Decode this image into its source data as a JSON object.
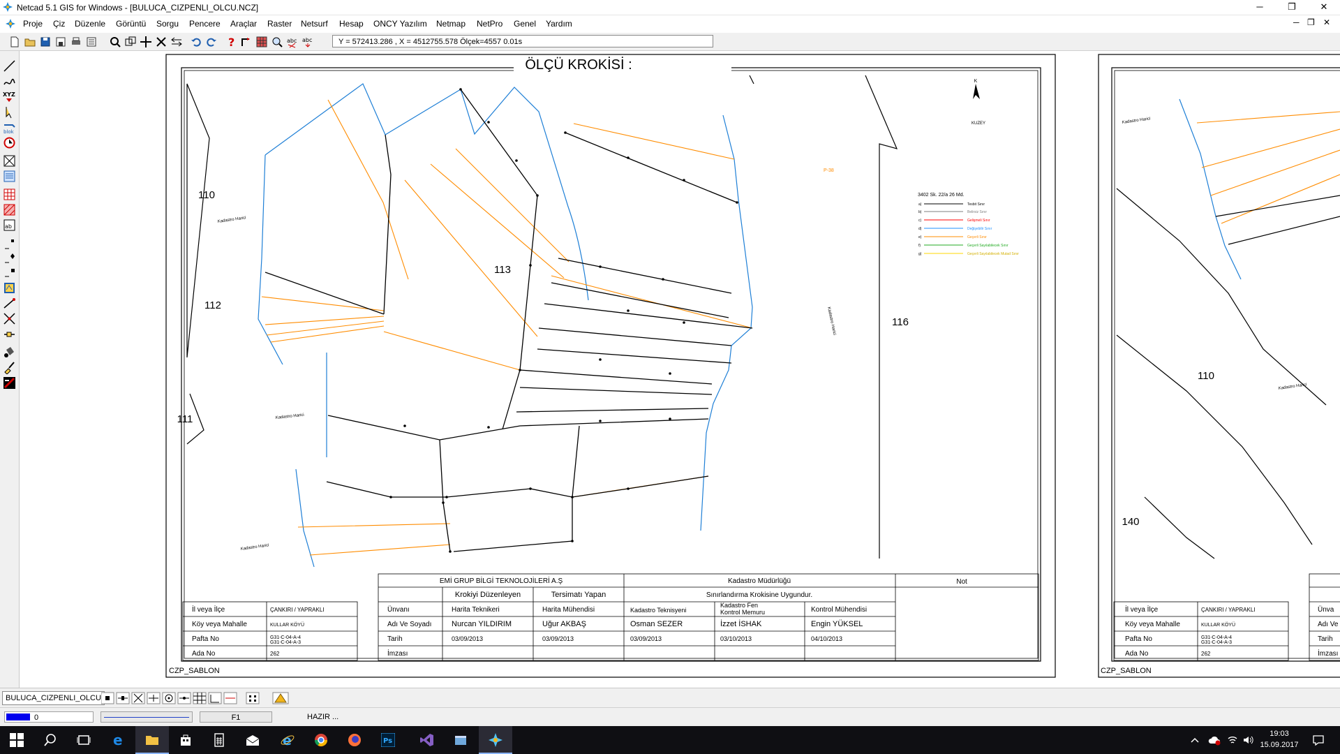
{
  "window": {
    "title": "Netcad 5.1 GIS for Windows - [BULUCA_CIZPENLI_OLCU.NCZ]",
    "controls": [
      "─",
      "❐",
      "✕"
    ]
  },
  "menu": {
    "items": [
      "Proje",
      "Çiz",
      "Düzenle",
      "Görüntü",
      "Sorgu",
      "Pencere",
      "Araçlar",
      "Raster",
      "Netsurf",
      "Hesap",
      "ONCY Yazılım",
      "Netmap",
      "NetPro",
      "Genel",
      "Yardım"
    ],
    "mdi_controls": [
      "─",
      "❐",
      "✕"
    ]
  },
  "toolbar": {
    "coordinates": "Y = 572413.286 , X = 4512755.578  Ölçek=4557   0.01s"
  },
  "sheet": {
    "title": "ÖLÇÜ KROKİSİ  :",
    "template_label": "CZP_SABLON",
    "north_label": "K",
    "north_sublabel": "KUZEY",
    "parcel_labels": [
      "110",
      "112",
      "111",
      "113",
      "116"
    ],
    "road_labels": [
      "Kadastro Harici",
      "Kadastro Harici",
      "Kadastro Harici",
      "Kadastro Harici"
    ],
    "point_label": "P-38",
    "legend": {
      "title": "3402 Sk. 22/a 26 Md.",
      "items": [
        {
          "key": "a)",
          "label": "Tesbit Sınır",
          "color": "#000000"
        },
        {
          "key": "b)",
          "label": "Belirsiz Sınır",
          "color": "#7f7f7f"
        },
        {
          "key": "c)",
          "label": "Gelişmeli Sınır",
          "color": "#ff0000"
        },
        {
          "key": "d)",
          "label": "Değişebilir Sınır",
          "color": "#1e90ff"
        },
        {
          "key": "e)",
          "label": "Geçerli Sınır",
          "color": "#ff8c00"
        },
        {
          "key": "f)",
          "label": "Geçerli Sayılabilecek Sınır",
          "color": "#22aa22"
        },
        {
          "key": "g)",
          "label": "Geçerli Sayılabilecek Mutad Sınır",
          "color": "#ffd700"
        }
      ]
    },
    "info": [
      {
        "label": "İl veya İlçe",
        "value": "ÇANKIRI /  YAPRAKLI"
      },
      {
        "label": "Köy  veya Mahalle",
        "value": "KULLAR KÖYÜ"
      },
      {
        "label": "Pafta No",
        "value": "G31-C-04-A-4\nG31-C-04-A-3"
      },
      {
        "label": "Ada No",
        "value": "262"
      }
    ],
    "signatures": {
      "company": "EMİ GRUP BİLGİ TEKNOLOJİLERİ A.Ş",
      "cadastre": "Kadastro Müdürlüğü",
      "note_header": "Not",
      "approval": "Sınırlandırma Krokisine Uygundur.",
      "roles": [
        "Krokiyi Düzenleyen",
        "Tersimatı Yapan"
      ],
      "row_labels": [
        "Ünvanı",
        "Adı Ve Soyadı",
        "Tarih",
        "İmzası"
      ],
      "titles": [
        "Harita Teknikeri",
        "Harita Mühendisi",
        "Kadastro Teknisyeni",
        "Kadastro Fen Kontrol Memuru",
        "Kontrol Mühendisi"
      ],
      "names": [
        "Nurcan YILDIRIM",
        "Uğur AKBAŞ",
        "Osman SEZER",
        "İzzet İSHAK",
        "Engin YÜKSEL"
      ],
      "dates": [
        "03/09/2013",
        "03/09/2013",
        "03/09/2013",
        "03/10/2013",
        "04/10/2013"
      ]
    }
  },
  "sheet2": {
    "template_label": "CZP_SABLON",
    "parcel_labels": [
      "110",
      "140"
    ],
    "road_labels": [
      "Kadastro Harici",
      "Kadastro Harici"
    ],
    "info": [
      {
        "label": "İl veya İlçe",
        "value": "ÇANKIRI /  YAPRAKLI"
      },
      {
        "label": "Köy  veya Mahalle",
        "value": "KULLAR KÖYÜ"
      },
      {
        "label": "Pafta No",
        "value": "G31-C-04-A-4\nG31-C-04-A-3"
      },
      {
        "label": "Ada No",
        "value": "262"
      }
    ],
    "partial_labels": [
      "Ünva",
      "Adı Ve",
      "Tarih",
      "İmzası"
    ]
  },
  "doc_tab": "BULUCA_CIZPENLI_OLCU",
  "status": {
    "layer": "0",
    "function_key": "F1",
    "message": "HAZIR ..."
  },
  "taskbar": {
    "time": "19:03",
    "date": "15.09.2017"
  }
}
